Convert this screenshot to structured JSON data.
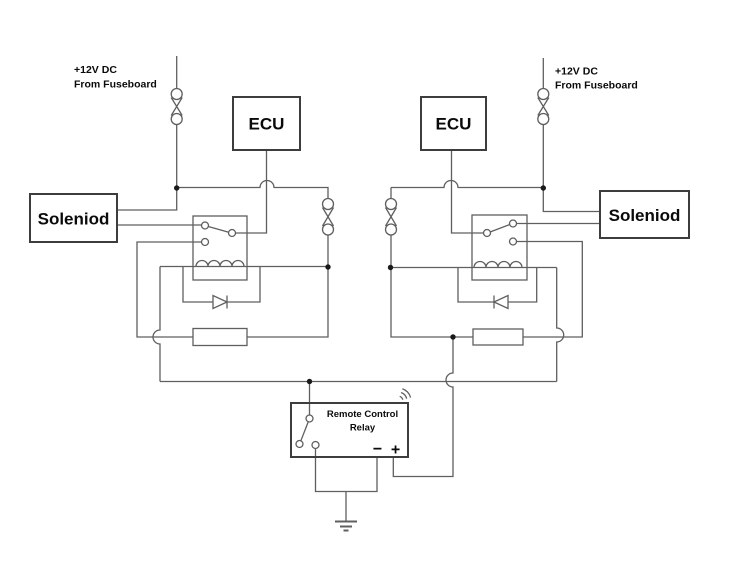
{
  "diagram": {
    "type": "circuit-schematic",
    "labels": {
      "supply_left_line1": "+12V DC",
      "supply_left_line2": "From Fuseboard",
      "supply_right_line1": "+12V DC",
      "supply_right_line2": "From Fuseboard",
      "ecu_left": "ECU",
      "ecu_right": "ECU",
      "solenoid_left": "Soleniod",
      "solenoid_right": "Soleniod",
      "rcr_line1": "Remote Control",
      "rcr_line2": "Relay",
      "minus_terminal": "−",
      "plus_terminal": "+"
    },
    "colors": {
      "background": "#ffffff",
      "wire": "#5f5f5f",
      "box_border": "#3d3d3d",
      "text": "#0a0a0a",
      "junction_dot": "#1a1a1a"
    },
    "icons": {
      "wireless": "wifi-signal-icon",
      "earth": "ground-icon"
    },
    "components": [
      "fuse-main-left",
      "fuse-main-right",
      "ecu-left",
      "ecu-right",
      "solenoid-left",
      "solenoid-right",
      "relay-switch-left",
      "relay-switch-right",
      "relay-coil-left",
      "relay-coil-right",
      "flyback-diode-left",
      "flyback-diode-right",
      "resistor-left",
      "resistor-right",
      "fuse-branch-left",
      "fuse-branch-right",
      "remote-control-relay",
      "ground"
    ]
  }
}
